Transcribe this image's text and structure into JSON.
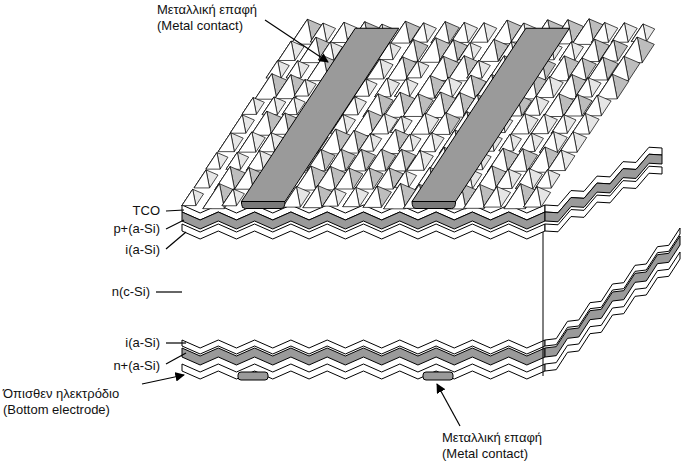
{
  "diagram": {
    "labels": [
      "Μεταλλική επαφή (Metal contact)",
      "TCO",
      "p+(a-Si)",
      "i(a-Si)",
      "n(c-Si)",
      "i(a-Si)",
      "n+(a-Si)",
      "Όπισθεν ηλεκτρόδιο (Bottom electrode)",
      "Μεταλλική επαφή (Metal contact)"
    ]
  }
}
